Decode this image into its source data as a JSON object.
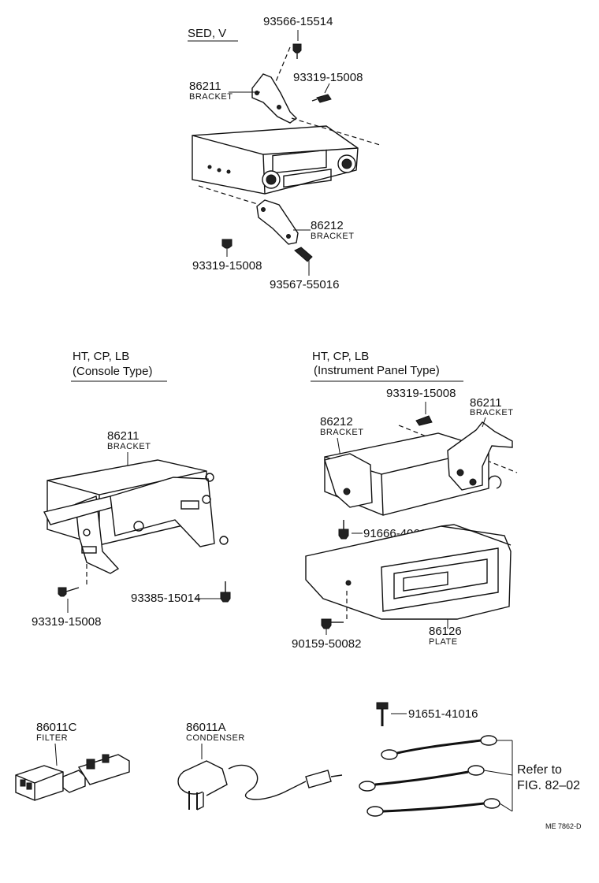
{
  "sections": {
    "sed": {
      "title": "SED, V"
    },
    "console": {
      "title_line1": "HT, CP, LB",
      "title_line2": "(Console Type)"
    },
    "panel": {
      "title_line1": "HT, CP, LB",
      "title_line2": "(Instrument Panel Type)"
    }
  },
  "parts": {
    "p_93566_15514": "93566-15514",
    "p_86211_sed": {
      "number": "86211",
      "name": "BRACKET"
    },
    "p_93319_15008_a": "93319-15008",
    "p_86212_sed": {
      "number": "86212",
      "name": "BRACKET"
    },
    "p_93319_15008_b": "93319-15008",
    "p_93567_55016": "93567-55016",
    "p_86211_console": {
      "number": "86211",
      "name": "BRACKET"
    },
    "p_93319_15008_c": "93319-15008",
    "p_93385_15014": "93385-15014",
    "p_93319_15008_d": "93319-15008",
    "p_86212_panel": {
      "number": "86212",
      "name": "BRACKET"
    },
    "p_86211_panel": {
      "number": "86211",
      "name": "BRACKET"
    },
    "p_91666_40616": "91666-40616",
    "p_86126": {
      "number": "86126",
      "name": "PLATE"
    },
    "p_90159_50082": "90159-50082",
    "p_86011C": {
      "number": "86011C",
      "name": "FILTER"
    },
    "p_86011A": {
      "number": "86011A",
      "name": "CONDENSER"
    },
    "p_91651_41016": "91651-41016"
  },
  "refer": {
    "line1": "Refer to",
    "line2": "FIG. 82–02"
  },
  "footer_code": "ME 7862-D"
}
